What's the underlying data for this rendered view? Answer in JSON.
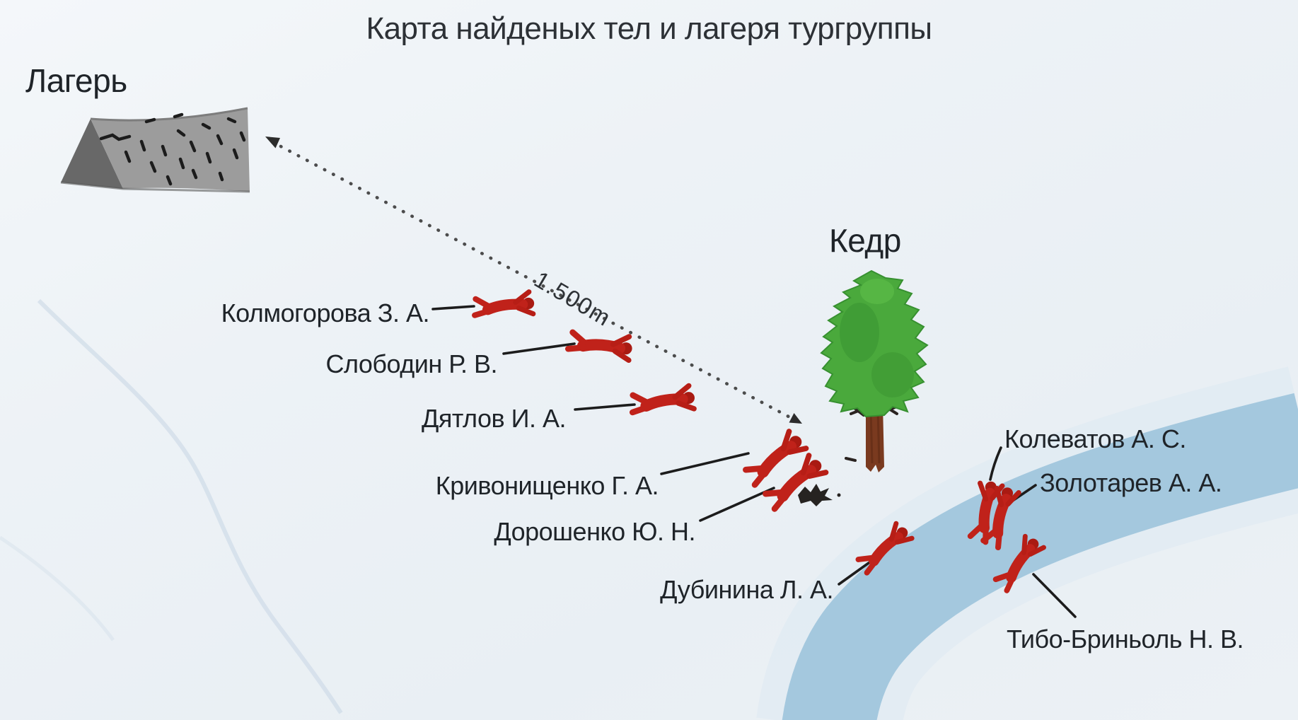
{
  "title": "Карта найденых тел и лагеря тургруппы",
  "map": {
    "camp_label": "Лагерь",
    "tree_label": "Кедр",
    "distance_label": "1.500m"
  },
  "victims": [
    {
      "name": "Колмогорова З. А."
    },
    {
      "name": "Слободин Р. В."
    },
    {
      "name": "Дятлов И. А."
    },
    {
      "name": "Кривонищенко Г. А."
    },
    {
      "name": "Дорошенко Ю. Н."
    },
    {
      "name": "Дубинина Л. А."
    },
    {
      "name": "Колеватов А. С."
    },
    {
      "name": "Золотарев А. А."
    },
    {
      "name": "Тибо-Бриньоль Н. В."
    }
  ],
  "icons": {
    "tent-icon": "gray ridge tent with cut marks",
    "cedar-tree-icon": "green cedar tree with brown trunk",
    "body-icon": "red sprawled human figure",
    "campfire-icon": "dark fire remains blob",
    "distance-arrow-icon": "double-headed dotted arrow",
    "river": "light blue river band"
  },
  "colors": {
    "background": "#edf2f6",
    "river": "#a4c8de",
    "river_bank": "#dde9f2",
    "body_red": "#c0221a",
    "tree_green": "#4aa93c",
    "tree_trunk": "#7a3a1f",
    "tent_gray": "#999999",
    "text": "#222222"
  }
}
